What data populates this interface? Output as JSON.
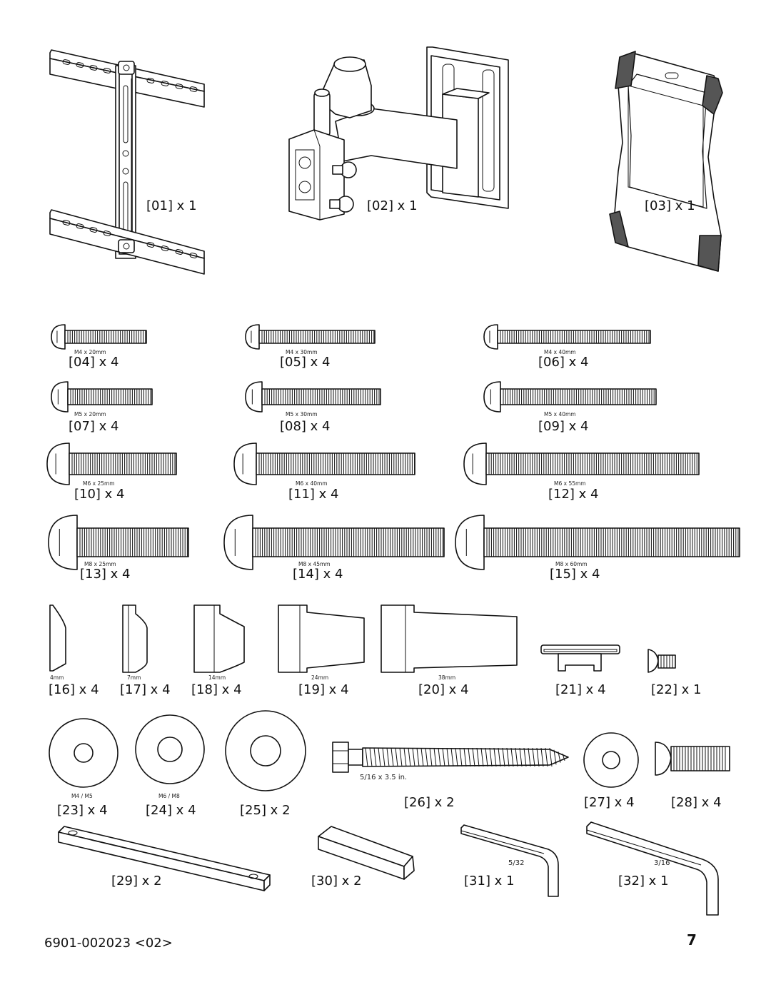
{
  "parts": [
    {
      "id": "01",
      "qty": "1"
    },
    {
      "id": "02",
      "qty": "1"
    },
    {
      "id": "03",
      "qty": "1"
    },
    {
      "id": "04",
      "qty": "4",
      "size": "M4 x 20mm"
    },
    {
      "id": "05",
      "qty": "4",
      "size": "M4 x 30mm"
    },
    {
      "id": "06",
      "qty": "4",
      "size": "M4 x 40mm"
    },
    {
      "id": "07",
      "qty": "4",
      "size": "M5 x 20mm"
    },
    {
      "id": "08",
      "qty": "4",
      "size": "M5 x 30mm"
    },
    {
      "id": "09",
      "qty": "4",
      "size": "M5 x 40mm"
    },
    {
      "id": "10",
      "qty": "4",
      "size": "M6 x 25mm"
    },
    {
      "id": "11",
      "qty": "4",
      "size": "M6 x 40mm"
    },
    {
      "id": "12",
      "qty": "4",
      "size": "M6 x 55mm"
    },
    {
      "id": "13",
      "qty": "4",
      "size": "M8 x 25mm"
    },
    {
      "id": "14",
      "qty": "4",
      "size": "M8 x 45mm"
    },
    {
      "id": "15",
      "qty": "4",
      "size": "M8 x 60mm"
    },
    {
      "id": "16",
      "qty": "4",
      "size": "4mm"
    },
    {
      "id": "17",
      "qty": "4",
      "size": "7mm"
    },
    {
      "id": "18",
      "qty": "4",
      "size": "14mm"
    },
    {
      "id": "19",
      "qty": "4",
      "size": "24mm"
    },
    {
      "id": "20",
      "qty": "4",
      "size": "38mm"
    },
    {
      "id": "21",
      "qty": "4"
    },
    {
      "id": "22",
      "qty": "1"
    },
    {
      "id": "23",
      "qty": "4",
      "size": "M4 / M5"
    },
    {
      "id": "24",
      "qty": "4",
      "size": "M6 / M8"
    },
    {
      "id": "25",
      "qty": "2"
    },
    {
      "id": "26",
      "qty": "2",
      "size": "5/16 x 3.5 in."
    },
    {
      "id": "27",
      "qty": "4"
    },
    {
      "id": "28",
      "qty": "4"
    },
    {
      "id": "29",
      "qty": "2"
    },
    {
      "id": "30",
      "qty": "2"
    },
    {
      "id": "31",
      "qty": "1",
      "size": "5/32"
    },
    {
      "id": "32",
      "qty": "1",
      "size": "3/16"
    }
  ],
  "footer": {
    "doc_number": "6901-002023 <02>",
    "page_number": "7"
  }
}
